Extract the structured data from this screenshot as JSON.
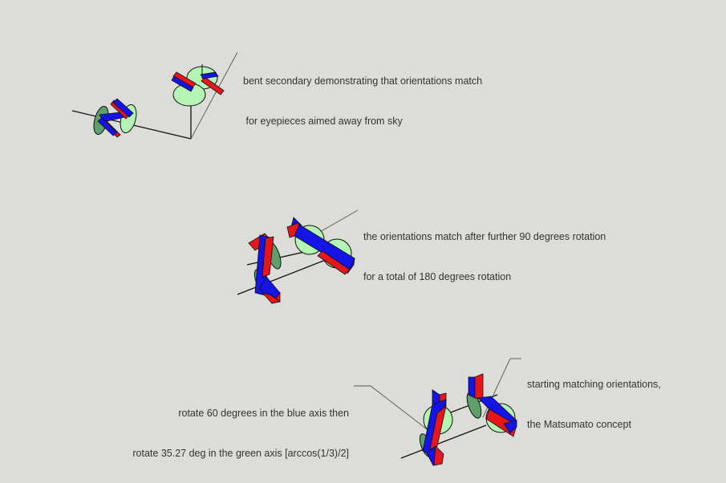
{
  "annotations": {
    "top": {
      "line1": "bent secondary demonstrating that orientations match",
      "line2": " for eyepieces aimed away from sky"
    },
    "middle": {
      "line1": "the orientations match after further 90 degrees rotation",
      "line2": "for a total of 180 degrees rotation"
    },
    "bottom_right": {
      "line1": "starting matching orientations,",
      "line2": "the Matsumato concept"
    },
    "bottom_left": {
      "line1": "rotate 60 degrees in the blue axis then",
      "line2": "rotate 35.27 deg in the green axis [arccos(1/3)/2]"
    }
  },
  "colors": {
    "background": "#dcdcd8",
    "axis_line": "#111111",
    "leader_line": "#555555",
    "mirror_red": "#e8161b",
    "mirror_blue": "#1414e6",
    "eyepiece_light_green": "#b4f5b4",
    "eyepiece_dark_green": "#5fa06a"
  }
}
